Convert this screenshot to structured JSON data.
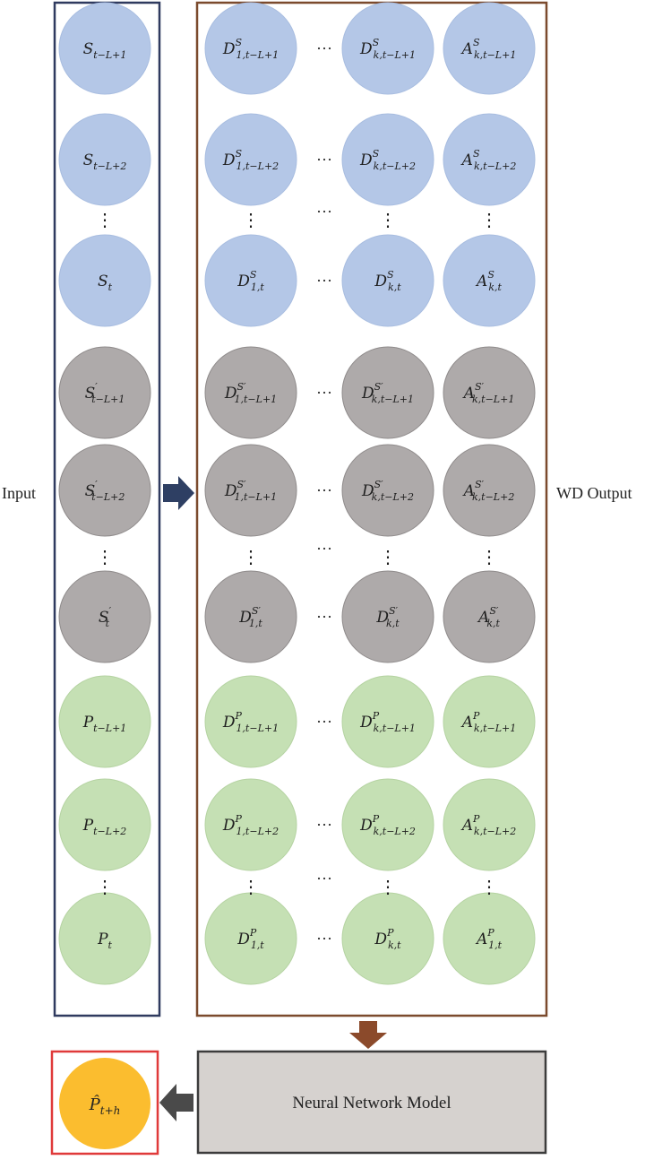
{
  "labels": {
    "input": "Input",
    "wd_output": "WD Output",
    "neural_network": "Neural Network Model",
    "ellipsis_vertical": "⋮",
    "ellipsis_horizontal": "···"
  },
  "colors": {
    "blue_fill": "#b4c7e7",
    "grey_fill": "#aeaaaa",
    "green_fill": "#c5e0b4",
    "orange_fill": "#fbbd2f",
    "input_box": "#2f3a5f",
    "wd_box": "#7b4a2d",
    "result_box": "#e03a3a",
    "model_fill": "#d6d2cf",
    "model_border": "#3c3c3c",
    "blue_arrow": "#2e3f63",
    "brown_arrow": "#8b4a2b",
    "grey_arrow": "#4a4a4a"
  },
  "input_nodes": [
    {
      "base": "S",
      "prime": false,
      "sub": "t−L+1",
      "group": "blue"
    },
    {
      "base": "S",
      "prime": false,
      "sub": "t−L+2",
      "group": "blue"
    },
    {
      "base": "S",
      "prime": false,
      "sub": "t",
      "group": "blue"
    },
    {
      "base": "S",
      "prime": true,
      "sub": "t−L+1",
      "group": "grey"
    },
    {
      "base": "S",
      "prime": true,
      "sub": "t−L+2",
      "group": "grey"
    },
    {
      "base": "S",
      "prime": true,
      "sub": "t",
      "group": "grey"
    },
    {
      "base": "P",
      "prime": false,
      "sub": "t−L+1",
      "group": "green"
    },
    {
      "base": "P",
      "prime": false,
      "sub": "t−L+2",
      "group": "green"
    },
    {
      "base": "P",
      "prime": false,
      "sub": "t",
      "group": "green"
    }
  ],
  "wd_rows": [
    {
      "group": "blue",
      "cells": [
        {
          "base": "D",
          "sup": "S",
          "sub": "1,t−L+1"
        },
        {
          "base": "D",
          "sup": "S",
          "sub": "k,t−L+1"
        },
        {
          "base": "A",
          "sup": "S",
          "sub": "k,t−L+1"
        }
      ]
    },
    {
      "group": "blue",
      "cells": [
        {
          "base": "D",
          "sup": "S",
          "sub": "1,t−L+2"
        },
        {
          "base": "D",
          "sup": "S",
          "sub": "k,t−L+2"
        },
        {
          "base": "A",
          "sup": "S",
          "sub": "k,t−L+2"
        }
      ]
    },
    {
      "group": "blue",
      "cells": [
        {
          "base": "D",
          "sup": "S",
          "sub": "1,t"
        },
        {
          "base": "D",
          "sup": "S",
          "sub": "k,t"
        },
        {
          "base": "A",
          "sup": "S",
          "sub": "k,t"
        }
      ]
    },
    {
      "group": "grey",
      "cells": [
        {
          "base": "D",
          "sup": "S′",
          "sub": "1,t−L+1"
        },
        {
          "base": "D",
          "sup": "S′",
          "sub": "k,t−L+1"
        },
        {
          "base": "A",
          "sup": "S′",
          "sub": "k,t−L+1"
        }
      ]
    },
    {
      "group": "grey",
      "cells": [
        {
          "base": "D",
          "sup": "S′",
          "sub": "1,t−L+1"
        },
        {
          "base": "D",
          "sup": "S′",
          "sub": "k,t−L+2"
        },
        {
          "base": "A",
          "sup": "S′",
          "sub": "k,t−L+2"
        }
      ]
    },
    {
      "group": "grey",
      "cells": [
        {
          "base": "D",
          "sup": "S′",
          "sub": "1,t"
        },
        {
          "base": "D",
          "sup": "S′",
          "sub": "k,t"
        },
        {
          "base": "A",
          "sup": "S′",
          "sub": "k,t"
        }
      ]
    },
    {
      "group": "green",
      "cells": [
        {
          "base": "D",
          "sup": "P",
          "sub": "1,t−L+1"
        },
        {
          "base": "D",
          "sup": "P",
          "sub": "k,t−L+1"
        },
        {
          "base": "A",
          "sup": "P",
          "sub": "k,t−L+1"
        }
      ]
    },
    {
      "group": "green",
      "cells": [
        {
          "base": "D",
          "sup": "P",
          "sub": "1,t−L+2"
        },
        {
          "base": "D",
          "sup": "P",
          "sub": "k,t−L+2"
        },
        {
          "base": "A",
          "sup": "P",
          "sub": "k,t−L+2"
        }
      ]
    },
    {
      "group": "green",
      "cells": [
        {
          "base": "D",
          "sup": "P",
          "sub": "1,t"
        },
        {
          "base": "D",
          "sup": "P",
          "sub": "k,t"
        },
        {
          "base": "A",
          "sup": "P",
          "sub": "1,t"
        }
      ]
    }
  ],
  "output_node": {
    "base": "P̂",
    "sub": "t+h"
  }
}
